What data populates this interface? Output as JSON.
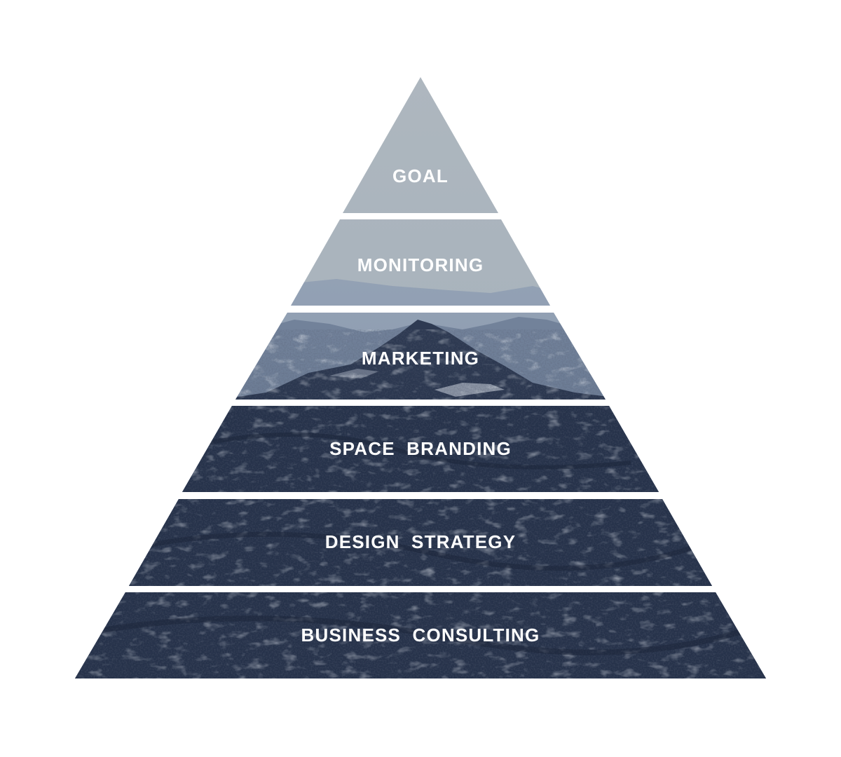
{
  "diagram": {
    "type": "pyramid",
    "levels": [
      {
        "label": "GOAL"
      },
      {
        "label": "MONITORING"
      },
      {
        "label": "MARKETING"
      },
      {
        "label": "SPACE BRANDING"
      },
      {
        "label": "DESIGN STRATEGY"
      },
      {
        "label": "BUSINESS CONSULTING"
      }
    ]
  },
  "colors": {
    "sky": "#a9b4bd",
    "haze": "#8c9bb0",
    "ridge_far": "#7f8fa6",
    "mountain_dark": "#26324a",
    "snow": "#c9d1dc"
  }
}
